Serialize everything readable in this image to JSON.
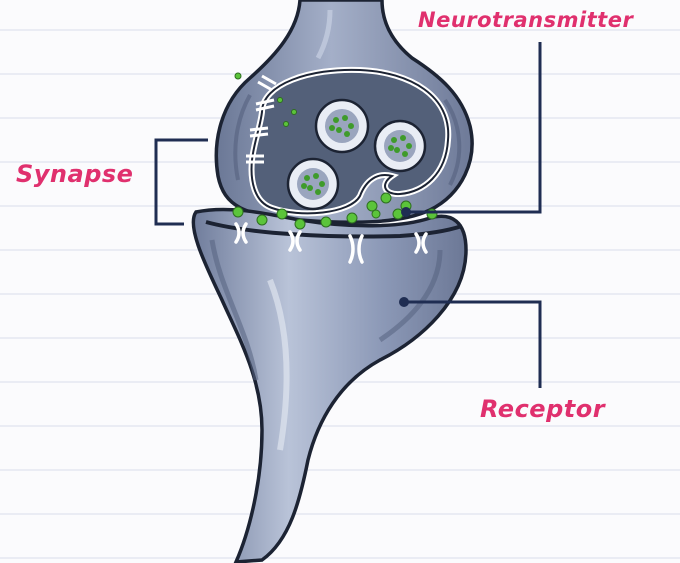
{
  "diagram": {
    "labels": {
      "neurotransmitter": "Neurotransmitter",
      "synapse": "Synapse",
      "receptor": "Receptor"
    },
    "colors": {
      "paper": "#fbfbfd",
      "rule_line": "#d8dcec",
      "ink": "#1c2333",
      "neuron_fill": "#8f9cb8",
      "neuron_light": "#bcc6da",
      "neuron_dark": "#4a5672",
      "vesicle_dark": "#5f6c88",
      "neurotransmitter_green": "#5bc43a",
      "label_pink": "#e0306e",
      "leader_line": "#1f2d52"
    }
  }
}
